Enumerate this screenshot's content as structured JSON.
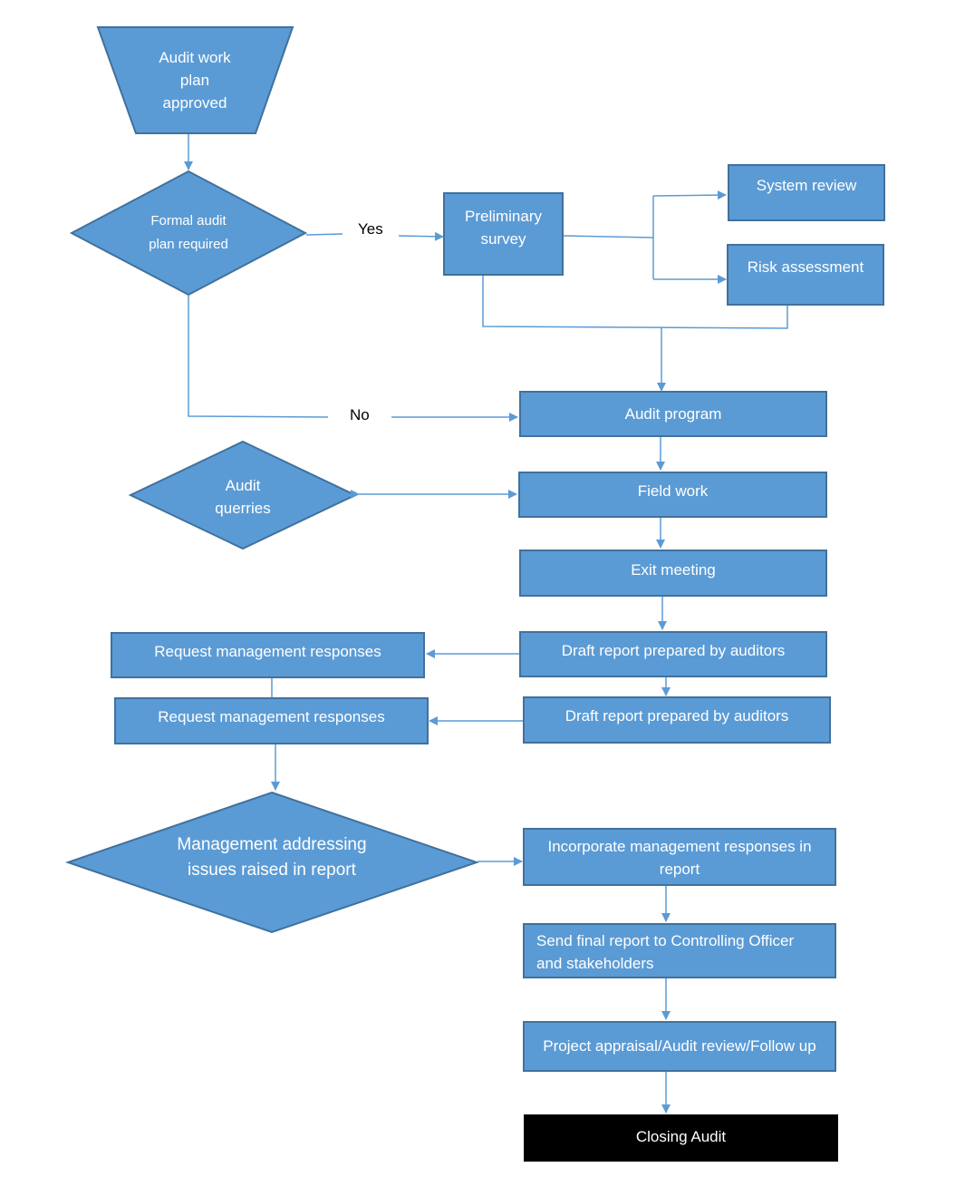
{
  "nodes": {
    "audit_work_plan": {
      "lines": [
        "Audit work",
        "plan",
        "approved"
      ]
    },
    "formal_plan_required": {
      "lines": [
        "Formal audit",
        "plan required"
      ]
    },
    "preliminary_survey": {
      "lines": [
        "Preliminary",
        "survey"
      ]
    },
    "system_review": {
      "lines": [
        "System review"
      ]
    },
    "risk_assessment": {
      "lines": [
        "Risk assessment"
      ]
    },
    "audit_program": {
      "lines": [
        "Audit program"
      ]
    },
    "audit_queries": {
      "lines": [
        "Audit",
        "querries"
      ]
    },
    "field_work": {
      "lines": [
        "Field work"
      ]
    },
    "exit_meeting": {
      "lines": [
        "Exit meeting"
      ]
    },
    "draft_report_1": {
      "lines": [
        "Draft report prepared by auditors"
      ]
    },
    "request_responses_1": {
      "lines": [
        "Request management responses"
      ]
    },
    "draft_report_2": {
      "lines": [
        "Draft report prepared by auditors"
      ]
    },
    "request_responses_2": {
      "lines": [
        "Request management responses"
      ]
    },
    "management_addressing": {
      "lines": [
        "Management addressing",
        "issues raised in report"
      ]
    },
    "incorporate_responses": {
      "lines": [
        "Incorporate management responses in",
        "report"
      ]
    },
    "send_final_report": {
      "lines": [
        "Send final report to Controlling Officer",
        "and stakeholders"
      ]
    },
    "project_appraisal": {
      "lines": [
        "Project appraisal/Audit review/Follow up"
      ]
    },
    "closing_audit": {
      "lines": [
        "Closing Audit"
      ]
    }
  },
  "edge_labels": {
    "yes": "Yes",
    "no": "No"
  },
  "colors": {
    "node_fill": "#5b9bd5",
    "node_border": "#41719c",
    "connector": "#5b9bd5",
    "terminal_fill": "#000000"
  }
}
